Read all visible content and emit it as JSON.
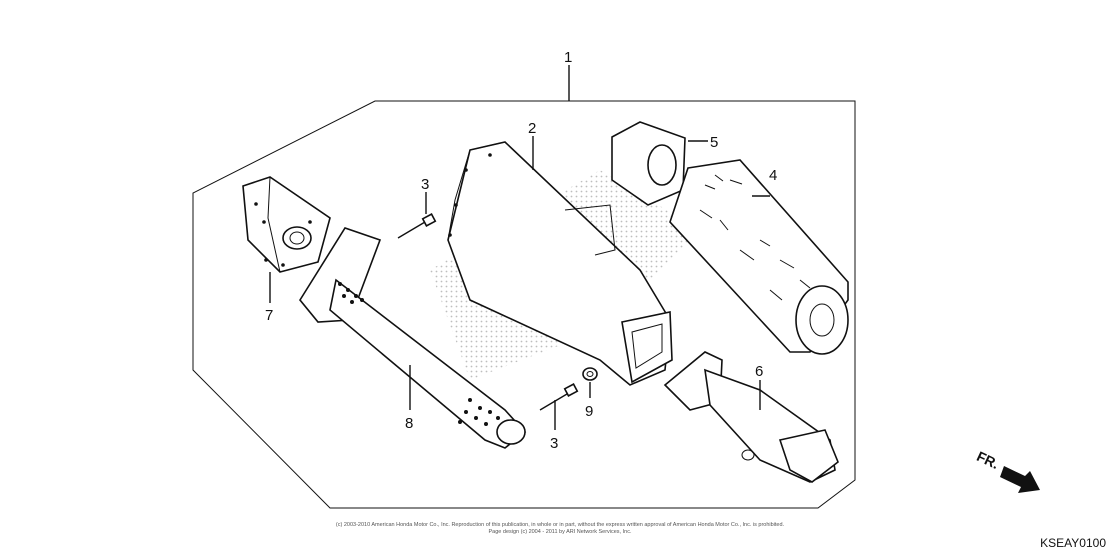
{
  "callouts": {
    "c1": "1",
    "c2": "2",
    "c3a": "3",
    "c3b": "3",
    "c4": "4",
    "c5": "5",
    "c6": "6",
    "c7": "7",
    "c8": "8",
    "c9": "9"
  },
  "direction_label": "FR.",
  "copyright_line1": "(c) 2003-2010 American Honda Motor Co., Inc. Reproduction of this publication, in whole or in part, without the express written approval of American Honda Motor Co., Inc. is prohibited.",
  "copyright_line2": "Page design (c) 2004 - 2011 by ARI Network Services, Inc.",
  "diagram_code": "KSEAY0100"
}
